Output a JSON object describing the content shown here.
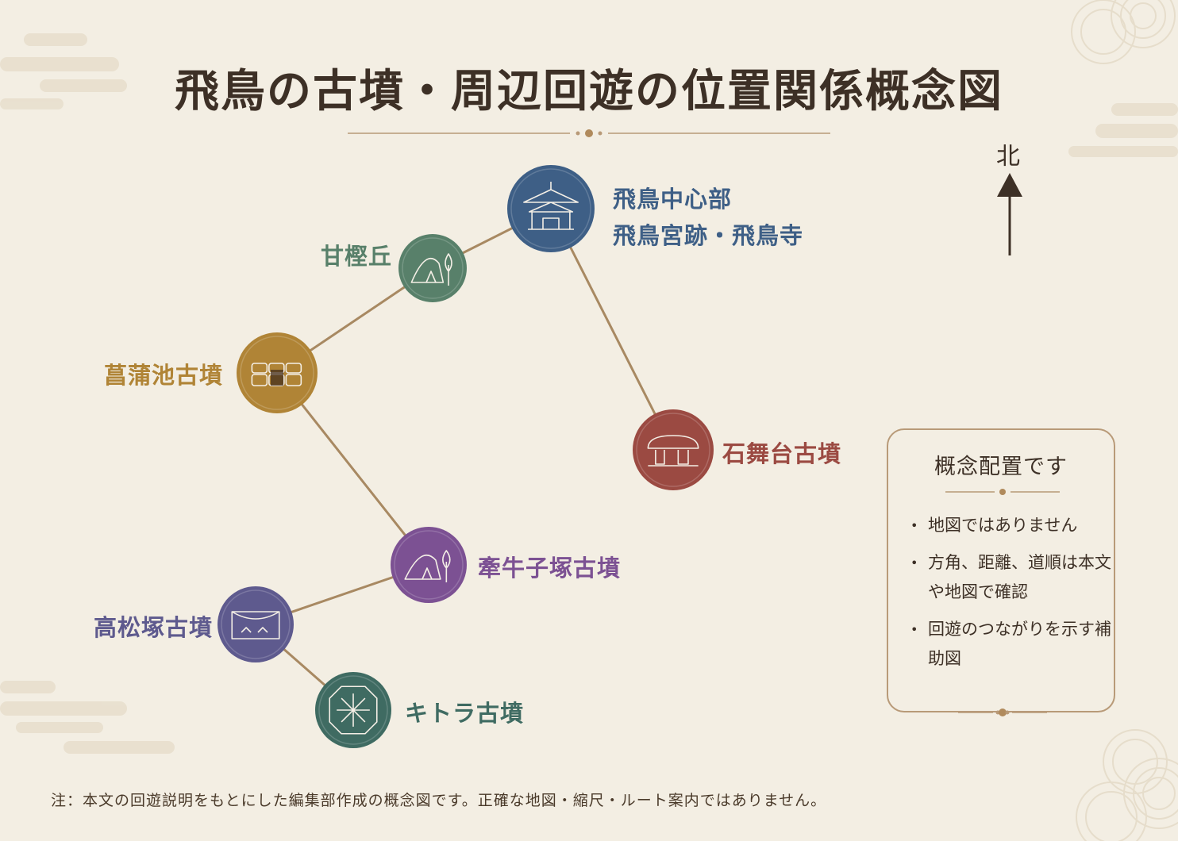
{
  "title": "飛鳥の古墳・周辺回遊の位置関係概念図",
  "north_label": "北",
  "colors": {
    "bg": "#f3eee3",
    "line": "#a88962",
    "asuka": "#3e5f86",
    "amakashi": "#58806a",
    "shobu": "#b08436",
    "ishibutai": "#9b4a42",
    "kengoshi": "#7c5193",
    "takamatsu": "#5e5a8e",
    "kitora": "#3f6b62"
  },
  "nodes": [
    {
      "id": "asuka",
      "lines": [
        "飛鳥中心部",
        "飛鳥宮跡・飛鳥寺"
      ],
      "icon": "pagoda-icon"
    },
    {
      "id": "amakashi",
      "lines": [
        "甘樫丘"
      ],
      "icon": "hill-icon"
    },
    {
      "id": "shobu",
      "lines": [
        "菖蒲池古墳"
      ],
      "icon": "stone-chamber-icon"
    },
    {
      "id": "ishibutai",
      "lines": [
        "石舞台古墳"
      ],
      "icon": "dolmen-icon"
    },
    {
      "id": "kengoshi",
      "lines": [
        "牽牛子塚古墳"
      ],
      "icon": "mound-tree-icon"
    },
    {
      "id": "takamatsu",
      "lines": [
        "高松塚古墳"
      ],
      "icon": "mural-icon"
    },
    {
      "id": "kitora",
      "lines": [
        "キトラ古墳"
      ],
      "icon": "star-chart-icon"
    }
  ],
  "legend": {
    "title": "概念配置です",
    "items": [
      "地図ではありません",
      "方角、距離、道順は本文や地図で確認",
      "回遊のつながりを示す補助図"
    ]
  },
  "note": "注：本文の回遊説明をもとにした編集部作成の概念図です。正確な地図・縮尺・ルート案内ではありません。"
}
